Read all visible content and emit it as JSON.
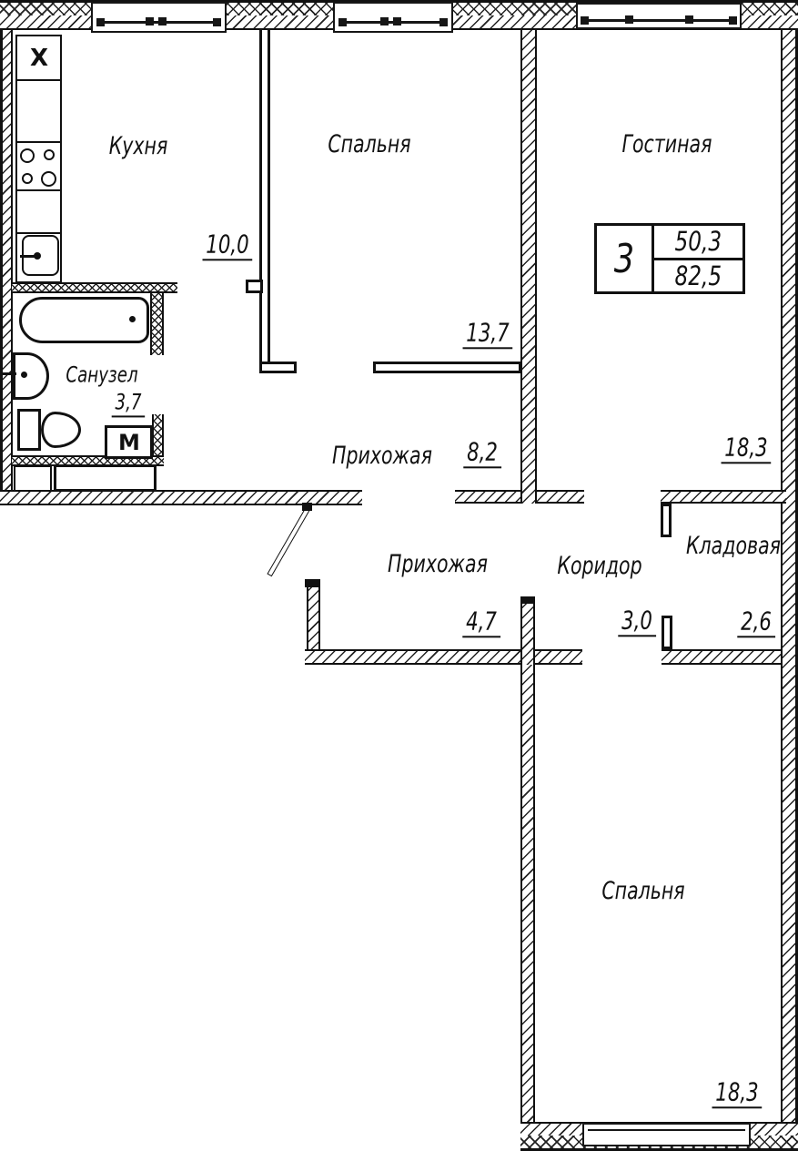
{
  "rooms": {
    "kitchen": {
      "name": "Кухня",
      "area": "10,0"
    },
    "bedroom_top": {
      "name": "Спальня",
      "area": "13,7"
    },
    "living": {
      "name": "Гостиная",
      "area": "18,3"
    },
    "bathroom": {
      "name": "Санузел",
      "area": "3,7"
    },
    "hall_upper": {
      "name": "Прихожая",
      "area": "8,2"
    },
    "hall_lower": {
      "name": "Прихожая",
      "area": "4,7"
    },
    "corridor": {
      "name": "Коридор",
      "area": "3,0"
    },
    "storage": {
      "name": "Кладовая",
      "area": "2,6"
    },
    "bedroom_bottom": {
      "name": "Спальня",
      "area": "18,3"
    }
  },
  "stamp": {
    "rooms_count": "3",
    "living_area": "50,3",
    "total_area": "82,5"
  },
  "fixtures": {
    "washing_machine": "М",
    "kitchen_unit_mark": "X"
  },
  "colors": {
    "line": "#111111",
    "background": "#ffffff"
  }
}
